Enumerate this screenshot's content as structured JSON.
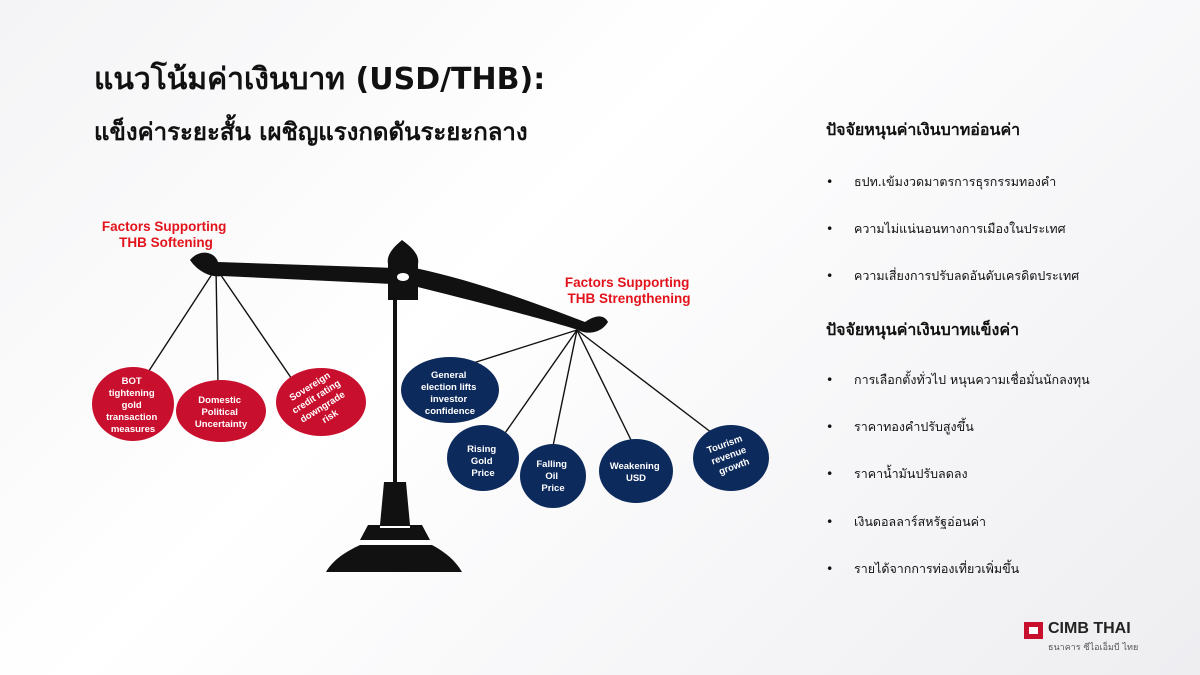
{
  "title": {
    "line1": "แนวโน้มค่าเงินบาท (USD/THB):",
    "line2": "แข็งค่าระยะสั้น เผชิญแรงกดดันระยะกลาง"
  },
  "diagram": {
    "left_label": [
      "Factors Supporting",
      "THB Softening"
    ],
    "right_label": [
      "Factors Supporting",
      "THB Strengthening"
    ],
    "left_circles": [
      {
        "lines": [
          "BOT",
          "tightening",
          "gold",
          "transaction",
          "measures"
        ]
      },
      {
        "lines": [
          "Domestic",
          "Political",
          "Uncertainty"
        ]
      },
      {
        "lines": [
          "Sovereign",
          "credit rating",
          "downgrade",
          "risk"
        ]
      }
    ],
    "right_circles": [
      {
        "lines": [
          "General",
          "election lifts",
          "investor",
          "confidence"
        ]
      },
      {
        "lines": [
          "Rising",
          "Gold",
          "Price"
        ]
      },
      {
        "lines": [
          "Falling",
          "Oil",
          "Price"
        ]
      },
      {
        "lines": [
          "Weakening",
          "USD"
        ]
      },
      {
        "lines": [
          "Tourism",
          "revenue",
          "growth"
        ]
      }
    ],
    "colors": {
      "red": "#c8102e",
      "navy": "#0d2a5c",
      "label_red": "#e3131b"
    }
  },
  "right_panel": {
    "weak_heading": "ปัจจัยหนุนค่าเงินบาทอ่อนค่า",
    "weak_items": [
      "ธปท.เข้มงวดมาตรการธุรกรรมทองคำ",
      "ความไม่แน่นอนทางการเมืองในประเทศ",
      "ความเสี่ยงการปรับลดอันดับเครดิตประเทศ"
    ],
    "strong_heading": "ปัจจัยหนุนค่าเงินบาทแข็งค่า",
    "strong_items": [
      "การเลือกตั้งทั่วไป หนุนความเชื่อมั่นนักลงทุน",
      "ราคาทองคำปรับสูงขึ้น",
      "ราคาน้ำมันปรับลดลง",
      "เงินดอลลาร์สหรัฐอ่อนค่า",
      "รายได้จากการท่องเที่ยวเพิ่มขึ้น"
    ],
    "bullet": "•"
  },
  "logo": {
    "name": "CIMB THAI",
    "sub": "ธนาคาร ซีไอเอ็มบี ไทย"
  }
}
